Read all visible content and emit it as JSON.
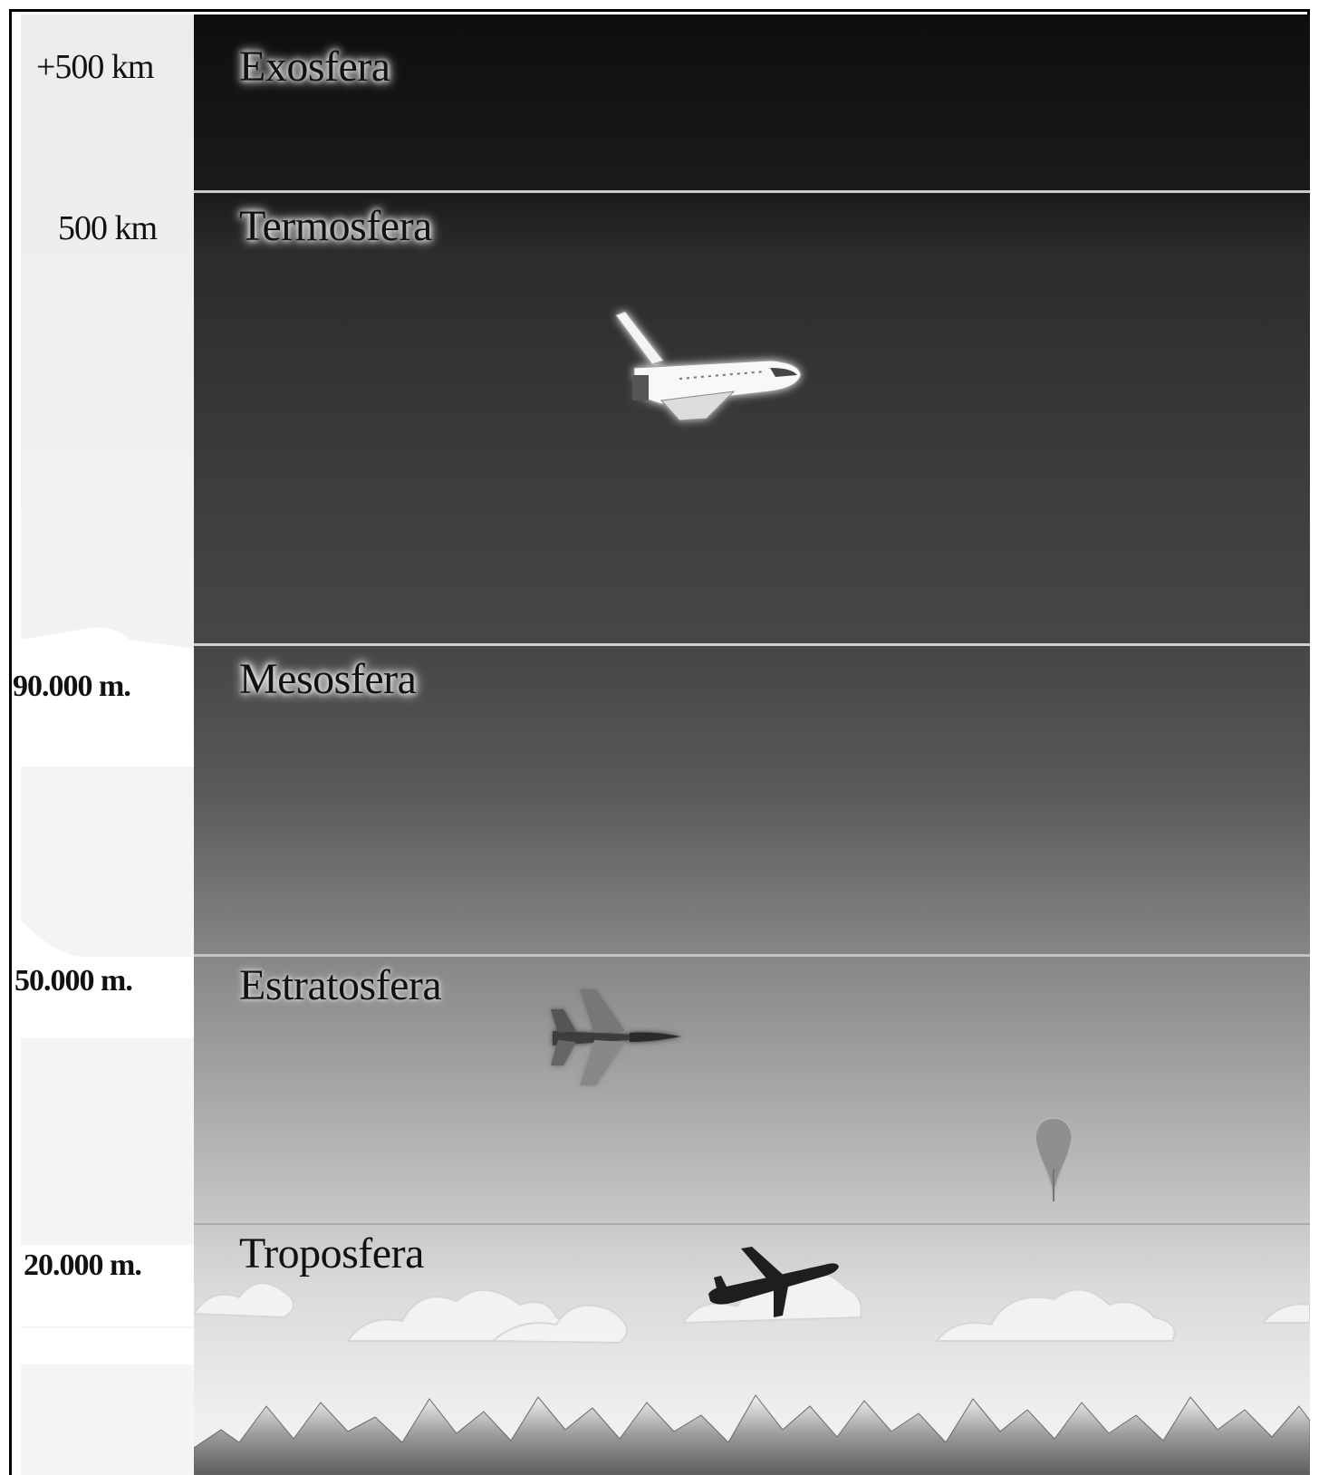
{
  "altitudes": {
    "exo": "+500 km",
    "termo": "500 km",
    "meso": "90.000  m.",
    "estrato": "50.000 m.",
    "tropo": "20.000 m."
  },
  "layers": {
    "exosfera": "Exosfera",
    "termosfera": "Termosfera",
    "mesosfera": "Mesosfera",
    "estratosfera": "Estratosfera",
    "troposfera": "Troposfera"
  },
  "icons": [
    "space-shuttle-icon",
    "fighter-jet-icon",
    "weather-balloon-icon",
    "airliner-icon",
    "clouds-icon",
    "mountains-icon"
  ],
  "colors": {
    "exosfera": "#141414",
    "termosfera": "#3a3a3a",
    "mesosfera": "#6e6e6e",
    "estratosfera": "#b0b0b0",
    "troposfera": "#e8e8e8"
  }
}
